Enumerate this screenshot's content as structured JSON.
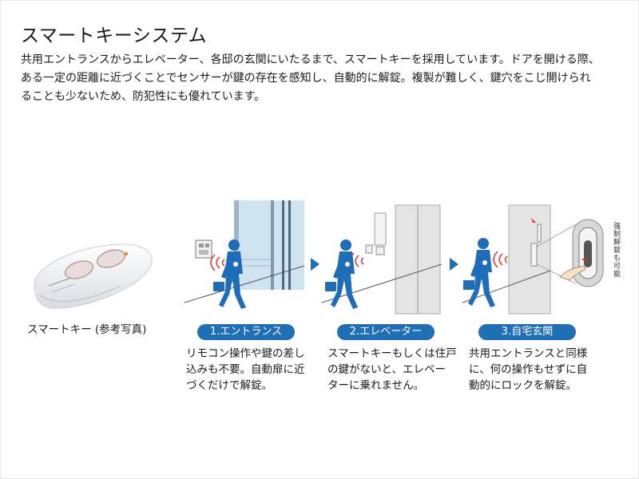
{
  "page": {
    "title": "スマートキーシステム",
    "description_lines": [
      "共用エントランスからエレベーター、各邸の玄関にいたるまで、スマートキーを採用しています。ドアを開ける際、",
      "ある一定の距離に近づくことでセンサーが鍵の存在を感知し、自動的に解錠。複製が難しく、鍵穴をこじ開けられ",
      "ることも少ないため、防犯性にも優れています。"
    ]
  },
  "key_photo": {
    "caption": "スマートキー (参考写真)"
  },
  "steps": [
    {
      "label": "1.エントランス",
      "text_lines": [
        "リモコン操作や鍵の差し",
        "込みも不要。自動扉に近",
        "づくだけで解錠。"
      ]
    },
    {
      "label": "2.エレベーター",
      "text_lines": [
        "スマートキーもしくは住戸",
        "の鍵がないと、エレベー",
        "ターに乗れません。"
      ]
    },
    {
      "label": "3.自宅玄関",
      "text_lines": [
        "共用エントランスと同様",
        "に、何の操作もせずに自",
        "動的にロックを解錠。"
      ]
    }
  ],
  "door_lock_panel": {
    "vertical_text": "強制解錠も可能"
  },
  "colors": {
    "accent_blue": "#1e6fb5",
    "figure_blue": "#1d6db8",
    "signal_red": "#e0332d",
    "glass_blue": "#cfe3f1",
    "wall_gray": "#e4e4e4"
  }
}
